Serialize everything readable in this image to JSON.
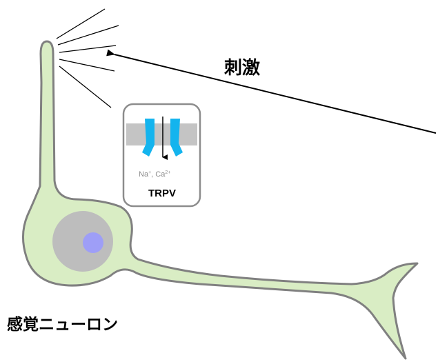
{
  "labels": {
    "stimulus": "刺激",
    "neuron": "感覚ニューロン",
    "channel": "TRPV",
    "ion_na": "Na",
    "ion_na_charge": "+",
    "ion_separator": ", ",
    "ion_ca": "Ca",
    "ion_ca_charge": "2+"
  },
  "colors": {
    "neuron_fill": "#d9edc4",
    "neuron_outline": "#808080",
    "nucleus": "#bdbdbd",
    "nucleolus": "#9e9ef7",
    "membrane": "#c4c4c4",
    "channel": "#14b4ee",
    "inset_border": "#8c8c8c",
    "lines": "#000000"
  },
  "icons": {
    "stimulus_arrow": "arrow-left-icon",
    "ion_flow_arrow": "arrow-down-icon"
  }
}
